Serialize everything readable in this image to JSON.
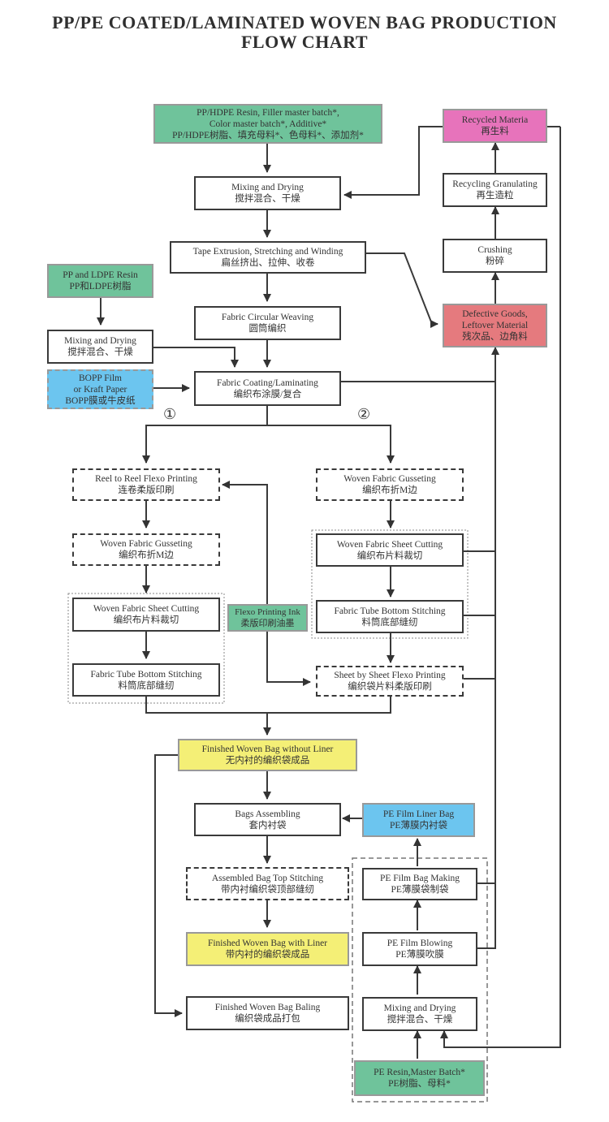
{
  "title": {
    "line1": "PP/PE COATED/LAMINATED WOVEN BAG PRODUCTION",
    "line2": "FLOW CHART"
  },
  "boxes": {
    "raw_material": {
      "en1": "PP/HDPE Resin, Filler master batch*,",
      "en2": "Color master batch*, Additive*",
      "zh": "PP/HDPE树脂、填充母料*、色母料*、添加剂*"
    },
    "mixing_drying_1": {
      "en": "Mixing and Drying",
      "zh": "搅拌混合、干燥"
    },
    "tape_extrusion": {
      "en": "Tape Extrusion, Stretching and Winding",
      "zh": "扁丝挤出、拉伸、收卷"
    },
    "circular_weaving": {
      "en": "Fabric Circular Weaving",
      "zh": "圆筒编织"
    },
    "pp_ldpe_resin": {
      "en": "PP and LDPE Resin",
      "zh": "PP和LDPE树脂"
    },
    "mixing_drying_2": {
      "en": "Mixing and Drying",
      "zh": "搅拌混合、干燥"
    },
    "bopp_film": {
      "en1": "BOPP Film",
      "en2": "or Kraft Paper",
      "zh": "BOPP膜或牛皮纸"
    },
    "coating_laminating": {
      "en": "Fabric Coating/Laminating",
      "zh": "编织布涂膜/复合"
    },
    "recycled_material": {
      "en": "Recycled Materia",
      "zh": "再生料"
    },
    "recycling_granulating": {
      "en": "Recycling Granulating",
      "zh": "再生造粒"
    },
    "crushing": {
      "en": "Crushing",
      "zh": "粉碎"
    },
    "defective_goods": {
      "en1": "Defective Goods,",
      "en2": "Leftover Material",
      "zh": "残次品、边角料"
    },
    "reel_flexo": {
      "en": "Reel to Reel Flexo Printing",
      "zh": "连卷柔版印刷"
    },
    "gusseting_left": {
      "en": "Woven Fabric Gusseting",
      "zh": "编织布折M边"
    },
    "sheet_cutting_left": {
      "en": "Woven Fabric Sheet Cutting",
      "zh": "编织布片料裁切"
    },
    "bottom_stitching_left": {
      "en": "Fabric Tube Bottom Stitching",
      "zh": "料筒底部缝纫"
    },
    "flexo_ink": {
      "en": "Flexo Printing Ink",
      "zh": "柔版印刷油墨"
    },
    "gusseting_right": {
      "en": "Woven Fabric Gusseting",
      "zh": "编织布折M边"
    },
    "sheet_cutting_right": {
      "en": "Woven Fabric Sheet Cutting",
      "zh": "编织布片料裁切"
    },
    "bottom_stitching_right": {
      "en": "Fabric Tube Bottom Stitching",
      "zh": "料筒底部缝纫"
    },
    "sheet_flexo": {
      "en": "Sheet by Sheet Flexo Printing",
      "zh": "编织袋片料柔版印刷"
    },
    "finished_without_liner": {
      "en": "Finished Woven Bag without Liner",
      "zh": "无内衬的编织袋成品"
    },
    "bags_assembling": {
      "en": "Bags Assembling",
      "zh": "套内衬袋"
    },
    "pe_liner_bag": {
      "en": "PE Film Liner Bag",
      "zh": "PE薄膜内衬袋"
    },
    "top_stitching": {
      "en": "Assembled Bag Top Stitching",
      "zh": "带内衬编织袋顶部缝纫"
    },
    "pe_bag_making": {
      "en": "PE Film Bag Making",
      "zh": "PE薄膜袋制袋"
    },
    "finished_with_liner": {
      "en": "Finished Woven Bag with Liner",
      "zh": "带内衬的编织袋成品"
    },
    "pe_film_blowing": {
      "en": "PE Film Blowing",
      "zh": "PE薄膜吹膜"
    },
    "baling": {
      "en": "Finished Woven Bag Baling",
      "zh": "编织袋成品打包"
    },
    "mixing_drying_3": {
      "en": "Mixing and Drying",
      "zh": "搅拌混合、干燥"
    },
    "pe_resin": {
      "en": "PE Resin,Master Batch*",
      "zh": "PE树脂、母料*"
    }
  },
  "route_labels": {
    "route1": "①",
    "route2": "②"
  },
  "colors": {
    "green": "#6fc39b",
    "blue": "#6cc5ef",
    "pink": "#e773bb",
    "red": "#e57a7e",
    "yellow": "#f4ef76",
    "line": "#3a3a3a"
  }
}
